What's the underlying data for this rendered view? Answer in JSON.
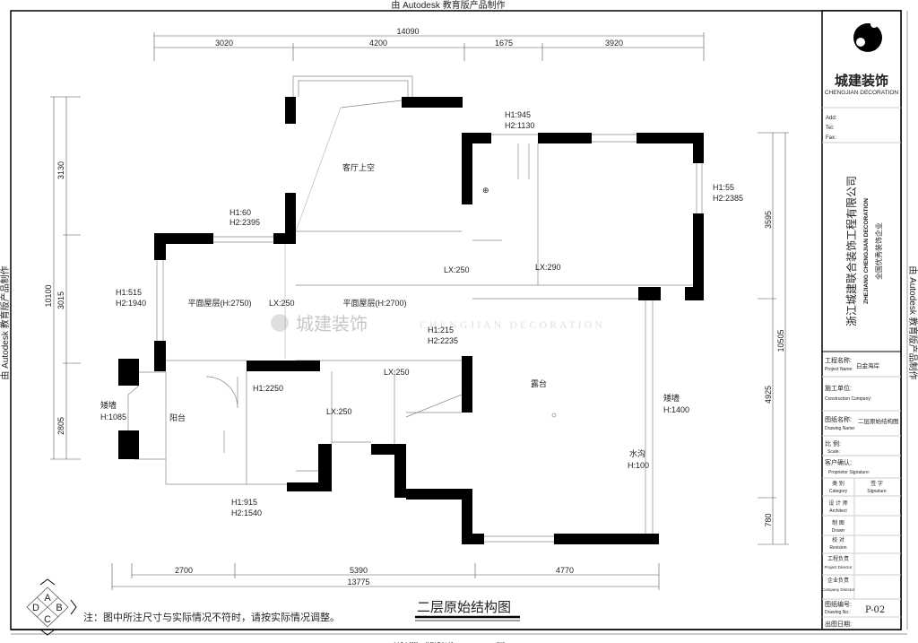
{
  "watermark": {
    "autodesk": "由 Autodesk 教育版产品制作",
    "brand_cn": "城建装饰",
    "brand_en": "CHENGJIAN DECORATION"
  },
  "dimensions": {
    "top_total": "14090",
    "top_segments": [
      "3020",
      "4200",
      "1675",
      "3920"
    ],
    "left_total": "10100",
    "left_segments": [
      "3130",
      "3015",
      "2805"
    ],
    "right_total": "10505",
    "right_segments": [
      "3595",
      "4925",
      "780"
    ],
    "bottom_total": "13775",
    "bottom_segments": [
      "2700",
      "5390",
      "4770"
    ]
  },
  "rooms": {
    "living_void": "客厅上空",
    "roof_left": "平面屋层(H:2750)",
    "roof_mid": "平面屋层(H:2700)",
    "balcony": "阳台",
    "terrace": "露台",
    "low_wall_left": "矮墙",
    "low_wall_left_h": "H:1085",
    "low_wall_right": "矮墙",
    "low_wall_right_h": "H:1400",
    "drain": "水沟",
    "drain_h": "H:100"
  },
  "annotations": {
    "w1_h1": "H1:945",
    "w1_h2": "H2:1130",
    "w2_h1": "H1:55",
    "w2_h2": "H2:2385",
    "w3_h1": "H1:60",
    "w3_h2": "H2:2395",
    "w4_h1": "H1:515",
    "w4_h2": "H2:1940",
    "w5_h1": "H1:215",
    "w5_h2": "H2:2235",
    "w6_h1": "H1:915",
    "w6_h2": "H2:1540",
    "h2250": "H1:2250",
    "lx1": "LX:250",
    "lx2": "LX:250",
    "lx3": "LX:250",
    "lx4": "LX:250",
    "lx5": "LX:290"
  },
  "drawing_title": "二层原始结构图",
  "note": "注：图中所注尺寸与实际情况不符时，请按实际情况调整。",
  "compass": [
    "A",
    "B",
    "C",
    "D"
  ],
  "title_block": {
    "logo_cn": "城建装饰",
    "logo_en": "CHENGJIAN DECORATION",
    "add": "Add:",
    "tel": "Tel:",
    "fax": "Fax:",
    "company_cn": "浙江城建联合装饰工程有限公司",
    "company_en": "ZHEJIANG CHENGJIAN DECORATION",
    "slogan": "全国优秀装饰企业",
    "project_label": "工程名称:",
    "project_label_en": "Project Name:",
    "project_value": "白金海岸",
    "construction_label": "施工单位:",
    "construction_label_en": "Construction Company:",
    "drawing_name_label": "图纸名称:",
    "drawing_name_label_en": "Drawing Name:",
    "drawing_name_value": "二层原始结构图",
    "scale_label": "比 例:",
    "scale_label_en": "Scale:",
    "client_label": "客户确认:",
    "client_label_en": "Proprietor Signature:",
    "category_label": "类 别",
    "category_label_en": "Category",
    "signature_label": "签 字",
    "signature_label_en": "Signature",
    "roles": [
      {
        "cn": "设 计 师",
        "en": "Architect"
      },
      {
        "cn": "制 图",
        "en": "Drawn"
      },
      {
        "cn": "校 对",
        "en": "Revision"
      },
      {
        "cn": "工程负责",
        "en": "Project Director"
      },
      {
        "cn": "企业负责",
        "en": "Company Director"
      }
    ],
    "drawing_no_label": "图纸编号:",
    "drawing_no_label_en": "Drawing No.:",
    "drawing_no_value": "P-02",
    "date_label": "出图日期:"
  }
}
